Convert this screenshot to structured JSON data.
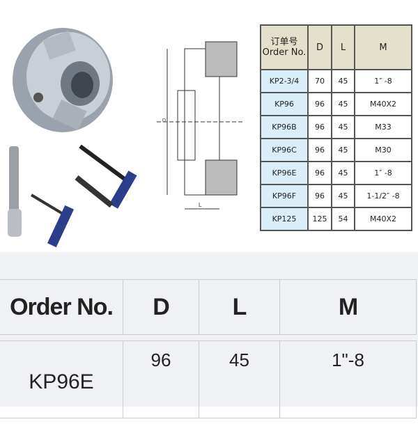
{
  "spec_table": {
    "headers": {
      "order_cn": "订单号",
      "order_en": "Order No.",
      "d": "D",
      "l": "L",
      "m": "M"
    },
    "rows": [
      {
        "order": "KP2-3/4",
        "d": "70",
        "l": "45",
        "m": "1″ -8"
      },
      {
        "order": "KP96",
        "d": "96",
        "l": "45",
        "m": "M40X2"
      },
      {
        "order": "KP96B",
        "d": "96",
        "l": "45",
        "m": "M33"
      },
      {
        "order": "KP96C",
        "d": "96",
        "l": "45",
        "m": "M30"
      },
      {
        "order": "KP96E",
        "d": "96",
        "l": "45",
        "m": "1″ -8"
      },
      {
        "order": "KP96F",
        "d": "96",
        "l": "45",
        "m": "1-1/2″ -8"
      },
      {
        "order": "KP125",
        "d": "125",
        "l": "54",
        "m": "M40X2"
      }
    ]
  },
  "drawing": {
    "d_label": "D",
    "l_label": "L"
  },
  "selected": {
    "headers": {
      "order": "Order No.",
      "d": "D",
      "l": "L",
      "m": "M"
    },
    "values": {
      "order": "KP96E",
      "d": "96",
      "l": "45",
      "m": "1\"-8"
    }
  }
}
